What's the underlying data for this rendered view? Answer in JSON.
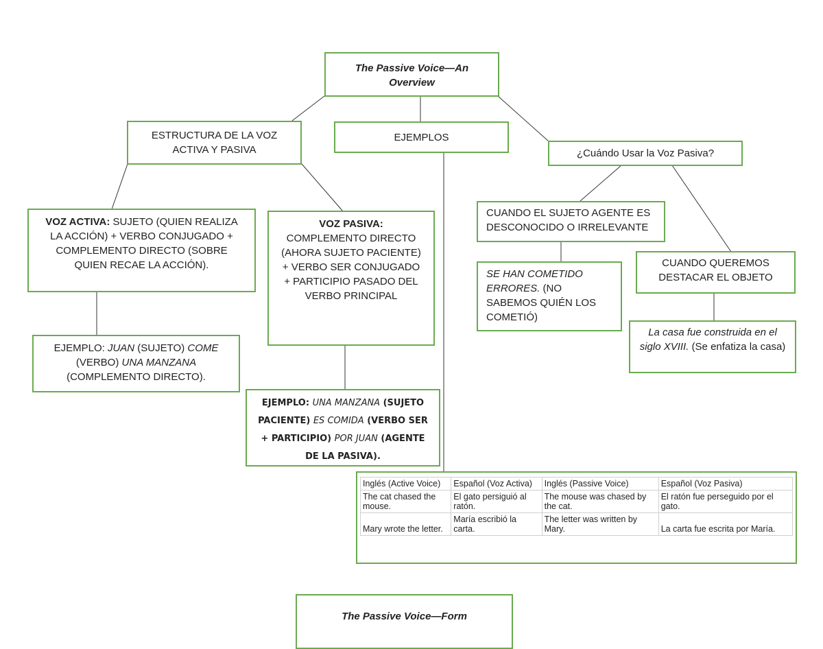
{
  "title_box": {
    "text": "The Passive Voice—An Overview"
  },
  "structure_box": {
    "text": "ESTRUCTURA DE LA VOZ ACTIVA Y PASIVA"
  },
  "examples_box": {
    "text": "EJEMPLOS"
  },
  "when_box": {
    "text": "¿Cuándo Usar la Voz Pasiva?"
  },
  "active": {
    "label": "VOZ ACTIVA:",
    "text": " SUJETO (QUIEN REALIZA LA ACCIÓN) + VERBO CONJUGADO + COMPLEMENTO DIRECTO (SOBRE QUIEN RECAE LA ACCIÓN)."
  },
  "passive": {
    "label": "VOZ PASIVA:",
    "text": "COMPLEMENTO DIRECTO (AHORA SUJETO PACIENTE) + VERBO SER CONJUGADO + PARTICIPIO PASADO DEL VERBO PRINCIPAL"
  },
  "active_example": {
    "prefix": "EJEMPLO: ",
    "w1": "JUAN",
    "t1": " (SUJETO) ",
    "w2": "COME",
    "t2": " (VERBO) ",
    "w3": "UNA MANZANA",
    "t3": " (COMPLEMENTO DIRECTO)."
  },
  "passive_example": {
    "prefix": "EJEMPLO: ",
    "w1": "UNA MANZANA",
    "t1": " (SUJETO PACIENTE) ",
    "w2": "ES COMIDA",
    "t2": " (VERBO SER + PARTICIPIO) ",
    "w3": "POR JUAN",
    "t3": " (AGENTE DE LA PASIVA)."
  },
  "unknown_agent": {
    "text": "CUANDO EL SUJETO AGENTE ES DESCONOCIDO O IRRELEVANTE"
  },
  "unknown_example": {
    "italic": "SE HAN COMETIDO ERRORES.",
    "text": " (NO SABEMOS QUIÉN LOS COMETIÓ)"
  },
  "highlight_object": {
    "text": "CUANDO QUEREMOS DESTACAR EL OBJETO"
  },
  "highlight_example": {
    "italic": "La casa fue construida en el siglo XVIII.",
    "text": " (Se enfatiza la casa)"
  },
  "table": {
    "headers": [
      "Inglés (Active Voice)",
      "Español (Voz Activa)",
      "Inglés (Passive Voice)",
      "Español (Voz Pasiva)"
    ],
    "rows": [
      [
        "The cat chased the mouse.",
        "El gato persiguió al ratón.",
        "The mouse was chased by the cat.",
        "El ratón fue perseguido por el gato."
      ],
      [
        "Mary wrote the letter.",
        "María escribió la carta.",
        "The letter was written by Mary.",
        "La carta fue escrita por María."
      ]
    ]
  },
  "form_box": {
    "text": "The Passive Voice—Form"
  },
  "colors": {
    "box_border": "#6aaa4e",
    "line": "#333333"
  }
}
